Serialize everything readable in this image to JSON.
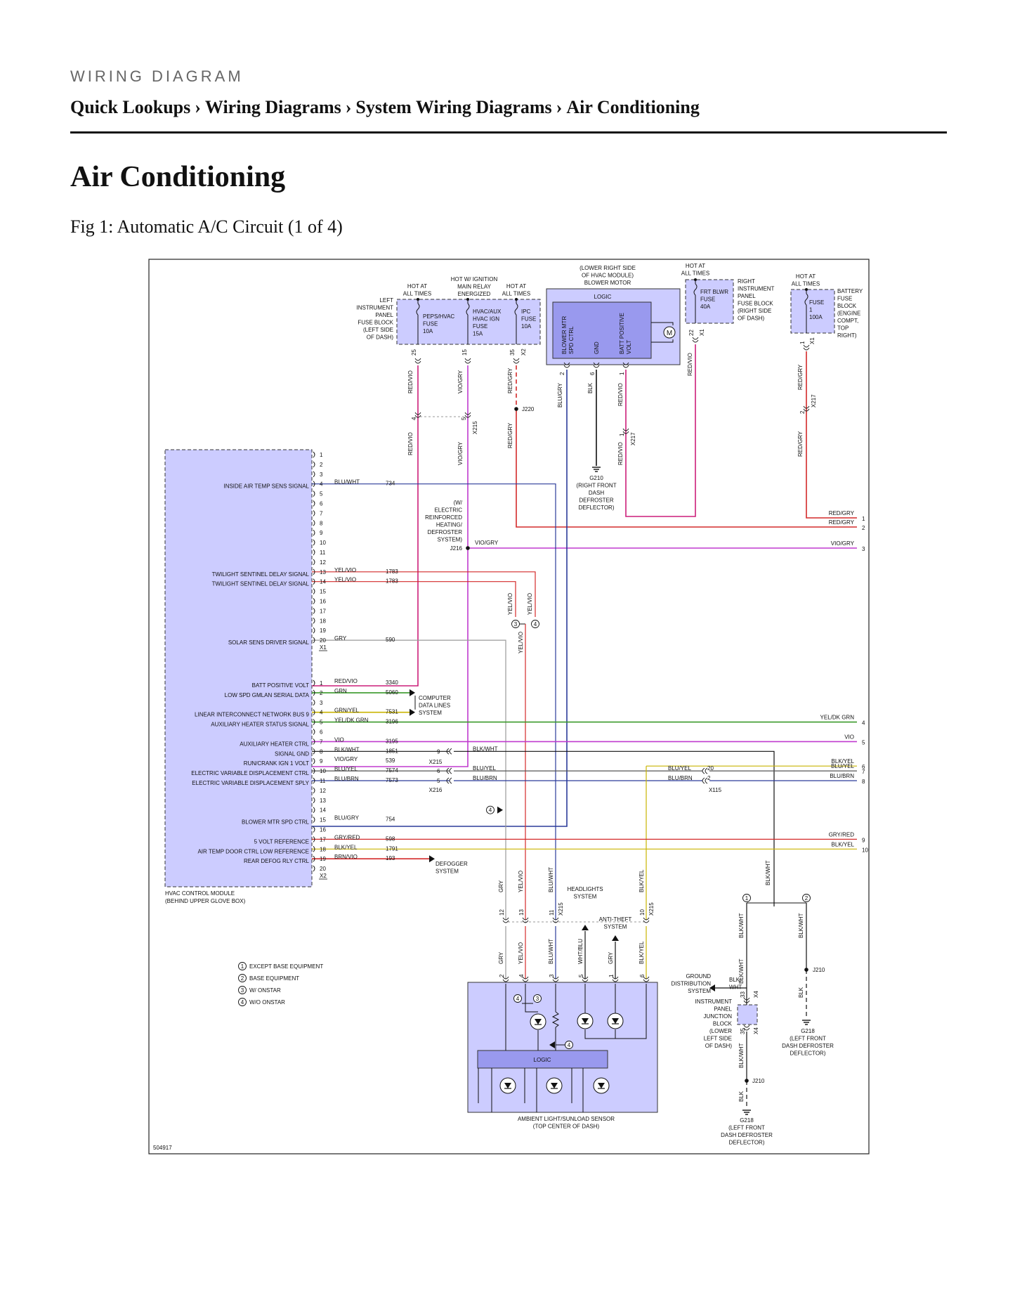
{
  "header": {
    "kicker": "WIRING DIAGRAM",
    "breadcrumb": [
      "Quick Lookups",
      "Wiring Diagrams",
      "System Wiring Diagrams",
      "Air Conditioning"
    ],
    "separator": "›"
  },
  "page_title": "Air Conditioning",
  "figure_caption": "Fig 1: Automatic A/C Circuit (1 of 4)",
  "diagram": {
    "figure_id": "504917",
    "hvac_module": {
      "name": "HVAC CONTROL MODULE",
      "location": "(BEHIND UPPER GLOVE BOX)",
      "x1_label": "X1",
      "x2_label": "X2",
      "x1_pins": [
        {
          "pin": "1",
          "signal": "",
          "color": "",
          "circuit": ""
        },
        {
          "pin": "2",
          "signal": "",
          "color": "",
          "circuit": ""
        },
        {
          "pin": "3",
          "signal": "",
          "color": "",
          "circuit": ""
        },
        {
          "pin": "4",
          "signal": "INSIDE AIR TEMP SENS SIGNAL",
          "color": "BLU/WHT",
          "circuit": "734"
        },
        {
          "pin": "5",
          "signal": "",
          "color": "",
          "circuit": ""
        },
        {
          "pin": "6",
          "signal": "",
          "color": "",
          "circuit": ""
        },
        {
          "pin": "7",
          "signal": "",
          "color": "",
          "circuit": ""
        },
        {
          "pin": "8",
          "signal": "",
          "color": "",
          "circuit": ""
        },
        {
          "pin": "9",
          "signal": "",
          "color": "",
          "circuit": ""
        },
        {
          "pin": "10",
          "signal": "",
          "color": "",
          "circuit": ""
        },
        {
          "pin": "11",
          "signal": "",
          "color": "",
          "circuit": ""
        },
        {
          "pin": "12",
          "signal": "",
          "color": "",
          "circuit": ""
        },
        {
          "pin": "13",
          "signal": "TWILIGHT SENTINEL DELAY SIGNAL",
          "color": "YEL/VIO",
          "circuit": "1783"
        },
        {
          "pin": "14",
          "signal": "TWILIGHT SENTINEL DELAY SIGNAL",
          "color": "YEL/VIO",
          "circuit": "1783"
        },
        {
          "pin": "15",
          "signal": "",
          "color": "",
          "circuit": ""
        },
        {
          "pin": "16",
          "signal": "",
          "color": "",
          "circuit": ""
        },
        {
          "pin": "17",
          "signal": "",
          "color": "",
          "circuit": ""
        },
        {
          "pin": "18",
          "signal": "",
          "color": "",
          "circuit": ""
        },
        {
          "pin": "19",
          "signal": "",
          "color": "",
          "circuit": ""
        },
        {
          "pin": "20",
          "signal": "SOLAR SENS DRIVER SIGNAL",
          "color": "GRY",
          "circuit": "590"
        }
      ],
      "x2_pins": [
        {
          "pin": "1",
          "signal": "BATT POSITIVE VOLT",
          "color": "RED/VIO",
          "circuit": "3340"
        },
        {
          "pin": "2",
          "signal": "LOW SPD GMLAN SERIAL DATA",
          "color": "GRN",
          "circuit": "5060"
        },
        {
          "pin": "3",
          "signal": "",
          "color": "",
          "circuit": ""
        },
        {
          "pin": "4",
          "signal": "LINEAR INTERCONNECT NETWORK BUS 9",
          "color": "GRN/YEL",
          "circuit": "7531"
        },
        {
          "pin": "5",
          "signal": "AUXILIARY HEATER STATUS SIGNAL",
          "color": "YEL/DK GRN",
          "circuit": "3196"
        },
        {
          "pin": "6",
          "signal": "",
          "color": "",
          "circuit": ""
        },
        {
          "pin": "7",
          "signal": "AUXILIARY HEATER CTRL",
          "color": "VIO",
          "circuit": "3195"
        },
        {
          "pin": "8",
          "signal": "SIGNAL GND",
          "color": "BLK/WHT",
          "circuit": "1851"
        },
        {
          "pin": "9",
          "signal": "RUN/CRANK IGN 1 VOLT",
          "color": "VIO/GRY",
          "circuit": "539"
        },
        {
          "pin": "10",
          "signal": "ELECTRIC VARIABLE DISPLACEMENT CTRL",
          "color": "BLU/YEL",
          "circuit": "7574"
        },
        {
          "pin": "11",
          "signal": "ELECTRIC VARIABLE DISPLACEMENT SPLY",
          "color": "BLU/BRN",
          "circuit": "7573"
        },
        {
          "pin": "12",
          "signal": "",
          "color": "",
          "circuit": ""
        },
        {
          "pin": "13",
          "signal": "",
          "color": "",
          "circuit": ""
        },
        {
          "pin": "14",
          "signal": "",
          "color": "",
          "circuit": ""
        },
        {
          "pin": "15",
          "signal": "BLOWER MTR SPD CTRL",
          "color": "BLU/GRY",
          "circuit": "754"
        },
        {
          "pin": "16",
          "signal": "",
          "color": "",
          "circuit": ""
        },
        {
          "pin": "17",
          "signal": "5 VOLT REFERENCE",
          "color": "GRY/RED",
          "circuit": "598"
        },
        {
          "pin": "18",
          "signal": "AIR TEMP DOOR CTRL LOW REFERENCE",
          "color": "BLK/YEL",
          "circuit": "1791"
        },
        {
          "pin": "19",
          "signal": "REAR DEFOG RLY CTRL",
          "color": "BRN/VIO",
          "circuit": "193"
        },
        {
          "pin": "20",
          "signal": "",
          "color": "",
          "circuit": ""
        }
      ]
    },
    "left_fuse_block": {
      "hot_left": [
        "HOT AT",
        "ALL TIMES"
      ],
      "hot_mid": [
        "HOT W/ IGNITION",
        "MAIN RELAY",
        "ENERGIZED"
      ],
      "hot_right": [
        "HOT AT",
        "ALL TIMES"
      ],
      "name": [
        "LEFT",
        "INSTRUMENT",
        "PANEL",
        "FUSE BLOCK",
        "(LEFT SIDE",
        "OF DASH)"
      ],
      "fuse1": [
        "PEPS/HVAC",
        "FUSE",
        "10A"
      ],
      "fuse2": [
        "HVAC/AUX",
        "HVAC IGN",
        "FUSE",
        "15A"
      ],
      "fuse3": [
        "IPC",
        "FUSE",
        "10A"
      ],
      "pins": [
        "25",
        "15",
        "35"
      ],
      "connector": "X2"
    },
    "blower_motor": {
      "title": [
        "(LOWER RIGHT SIDE",
        "OF HVAC MODULE)",
        "BLOWER MOTOR"
      ],
      "logic": "LOGIC",
      "sig1": [
        "BLOWER MTR",
        "SPD CTRL"
      ],
      "sig2": "GND",
      "sig3": [
        "BATT POSITIVE",
        "VOLT"
      ],
      "motor": "M",
      "pins": [
        "2",
        "6",
        "1"
      ]
    },
    "right_fuse_block": {
      "hot": [
        "HOT AT",
        "ALL TIMES"
      ],
      "fuse": [
        "FRT BLWR",
        "FUSE",
        "40A"
      ],
      "name": [
        "RIGHT",
        "INSTRUMENT",
        "PANEL",
        "FUSE BLOCK",
        "(RIGHT SIDE",
        "OF DASH)"
      ],
      "pin": "22",
      "connector": "X1"
    },
    "battery_fuse_block": {
      "hot": [
        "HOT AT",
        "ALL TIMES"
      ],
      "fuse": [
        "FUSE",
        "1",
        "100A"
      ],
      "name": [
        "BATTERY",
        "FUSE",
        "BLOCK",
        "(ENGINE",
        "COMPT,",
        "TOP",
        "RIGHT)"
      ],
      "pin": "1",
      "connector": "X1"
    },
    "splices": {
      "j220": "J220",
      "j216": "J216",
      "j210": "J210",
      "x215": "X215",
      "x216": "X216",
      "x217": "X217",
      "x115": "X115",
      "x4": "X4"
    },
    "grounds": {
      "g210": [
        "G210",
        "(RIGHT FRONT",
        "DASH",
        "DEFROSTER",
        "DEFLECTOR)"
      ],
      "g218a": [
        "G218",
        "(LEFT FRONT",
        "DASH DEFROSTER",
        "DEFLECTOR)"
      ],
      "g218b": [
        "G218",
        "(LEFT FRONT",
        "DASH DEFROSTER",
        "DEFLECTOR)"
      ]
    },
    "notes": {
      "electric_heating": [
        "(W/",
        "ELECTRIC",
        "REINFORCED",
        "HEATING/",
        "DEFROSTER",
        "SYSTEM)"
      ],
      "computer_data": [
        "COMPUTER",
        "DATA LINES",
        "SYSTEM"
      ],
      "defogger": [
        "DEFOGGER",
        "SYSTEM"
      ],
      "headlights": [
        "HEADLIGHTS",
        "SYSTEM"
      ],
      "anti_theft": [
        "ANTI-THEFT",
        "SYSTEM"
      ],
      "ground_dist": [
        "GROUND",
        "DISTRIBUTION",
        "SYSTEM"
      ],
      "ipjb": [
        "INSTRUMENT",
        "PANEL",
        "JUNCTION",
        "BLOCK",
        "(LOWER",
        "LEFT SIDE",
        "OF DASH)"
      ],
      "sensor": [
        "AMBIENT LIGHT/SUNLOAD SENSOR",
        "(TOP CENTER OF DASH)"
      ],
      "logic": "LOGIC"
    },
    "legend": [
      {
        "num": "1",
        "text": "EXCEPT BASE EQUIPMENT"
      },
      {
        "num": "2",
        "text": "BASE EQUIPMENT"
      },
      {
        "num": "3",
        "text": "W/ ONSTAR"
      },
      {
        "num": "4",
        "text": "W/O ONSTAR"
      }
    ],
    "right_edge": [
      {
        "pin": "1",
        "color": "RED/GRY"
      },
      {
        "pin": "2",
        "color": "RED/GRY"
      },
      {
        "pin": "3",
        "color": "VIO/GRY"
      },
      {
        "pin": "4",
        "color": "YEL/DK GRN"
      },
      {
        "pin": "5",
        "color": "VIO"
      },
      {
        "pin": "6",
        "color": "BLK/YEL"
      },
      {
        "pin": "7",
        "color": "BLU/YEL"
      },
      {
        "pin": "8",
        "color": "BLU/BRN"
      },
      {
        "pin": "9",
        "color": "GRY/RED"
      },
      {
        "pin": "10",
        "color": "BLK/YEL"
      }
    ],
    "wire_colors": {
      "red": "#d42a2a",
      "magenta": "#cc1f7a",
      "violet": "#c03acf",
      "blue": "#2b3b9a",
      "green": "#3a9a2a",
      "yellow": "#c9b400",
      "gray": "#9a9a9a",
      "black": "#222222",
      "fill": "#ccccff"
    }
  }
}
